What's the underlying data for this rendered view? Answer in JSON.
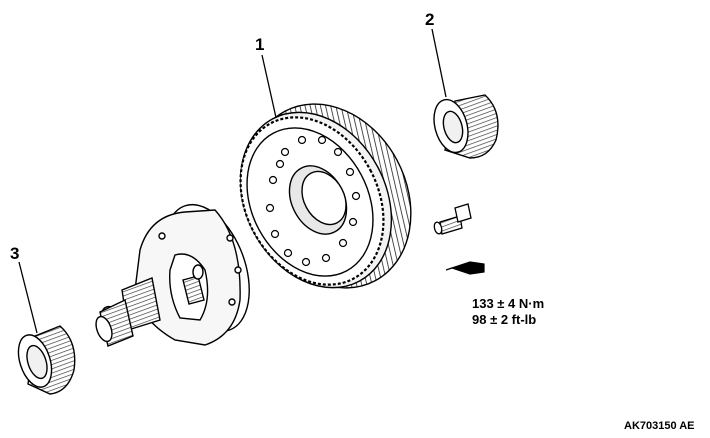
{
  "callouts": {
    "ring_gear": "1",
    "bearing_right": "2",
    "bearing_left": "3"
  },
  "torque": {
    "metric": "133 ± 4 N·m",
    "imperial": "98 ± 2 ft-lb"
  },
  "figure_id": "AK703150 AE"
}
